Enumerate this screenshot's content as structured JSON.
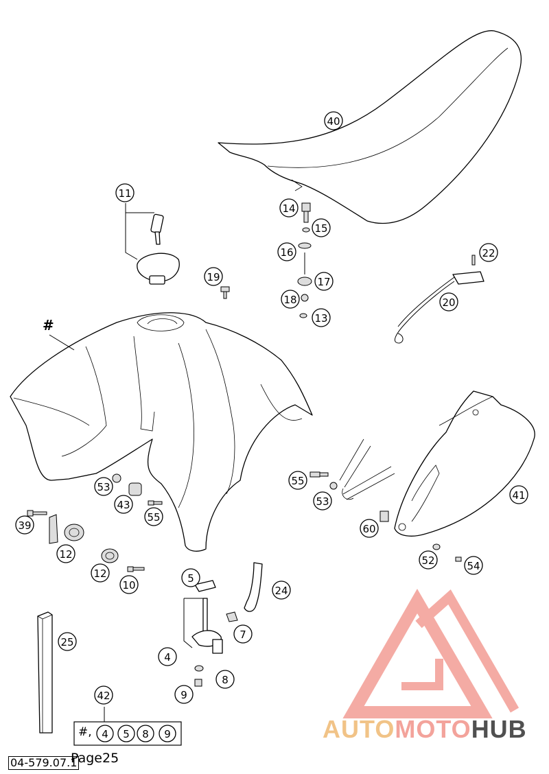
{
  "diagram": {
    "hash_label": "#",
    "drawing_number": "04-579.07.1",
    "page_label": "Page25",
    "set_prefix": "#,",
    "set_members": [
      "4",
      "5",
      "8",
      "9"
    ],
    "callouts": [
      {
        "id": "c40",
        "label": "40"
      },
      {
        "id": "c11",
        "label": "11"
      },
      {
        "id": "c14",
        "label": "14"
      },
      {
        "id": "c15",
        "label": "15"
      },
      {
        "id": "c16",
        "label": "16"
      },
      {
        "id": "c17",
        "label": "17"
      },
      {
        "id": "c18",
        "label": "18"
      },
      {
        "id": "c13",
        "label": "13"
      },
      {
        "id": "c19",
        "label": "19"
      },
      {
        "id": "c22",
        "label": "22"
      },
      {
        "id": "c20",
        "label": "20"
      },
      {
        "id": "c41",
        "label": "41"
      },
      {
        "id": "c53a",
        "label": "53"
      },
      {
        "id": "c43",
        "label": "43"
      },
      {
        "id": "c55a",
        "label": "55"
      },
      {
        "id": "c39",
        "label": "39"
      },
      {
        "id": "c12a",
        "label": "12"
      },
      {
        "id": "c12b",
        "label": "12"
      },
      {
        "id": "c10",
        "label": "10"
      },
      {
        "id": "c5",
        "label": "5"
      },
      {
        "id": "c24",
        "label": "24"
      },
      {
        "id": "c7",
        "label": "7"
      },
      {
        "id": "c4",
        "label": "4"
      },
      {
        "id": "c8",
        "label": "8"
      },
      {
        "id": "c9",
        "label": "9"
      },
      {
        "id": "c25",
        "label": "25"
      },
      {
        "id": "c42",
        "label": "42"
      },
      {
        "id": "c55b",
        "label": "55"
      },
      {
        "id": "c53b",
        "label": "53"
      },
      {
        "id": "c60",
        "label": "60"
      },
      {
        "id": "c52",
        "label": "52"
      },
      {
        "id": "c54",
        "label": "54"
      }
    ]
  },
  "watermark": {
    "part1": "AUTO",
    "part2": "MOTO",
    "part3": "HUB",
    "colors": {
      "logo": "#f3a39b",
      "auto": "#f1c387",
      "moto": "#f3a39b",
      "hub": "#505050"
    }
  }
}
